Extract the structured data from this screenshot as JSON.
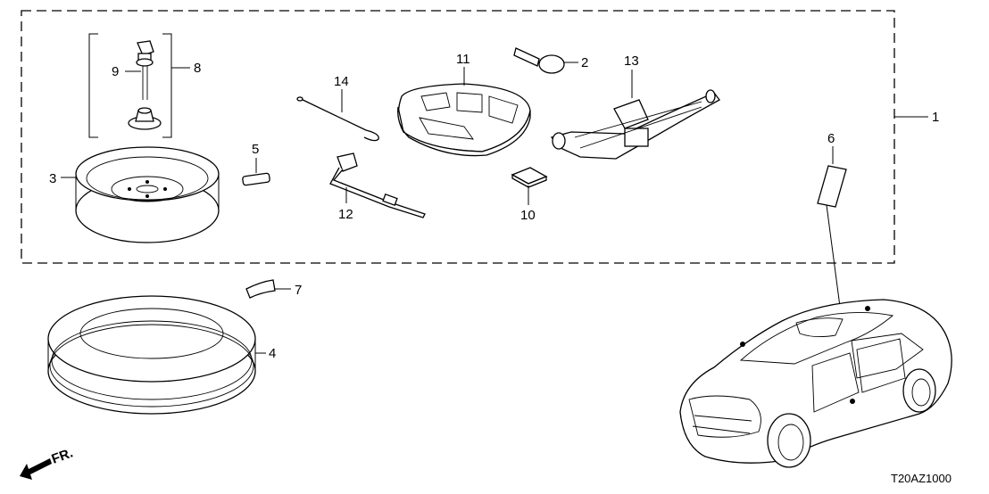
{
  "diagram": {
    "callouts": {
      "c1": "1",
      "c2": "2",
      "c3": "3",
      "c4": "4",
      "c5": "5",
      "c6": "6",
      "c7": "7",
      "c8": "8",
      "c9": "9",
      "c10": "10",
      "c11": "11",
      "c12": "12",
      "c13": "13",
      "c14": "14"
    },
    "direction_label": "FR.",
    "figure_code": "T20AZ1000"
  }
}
